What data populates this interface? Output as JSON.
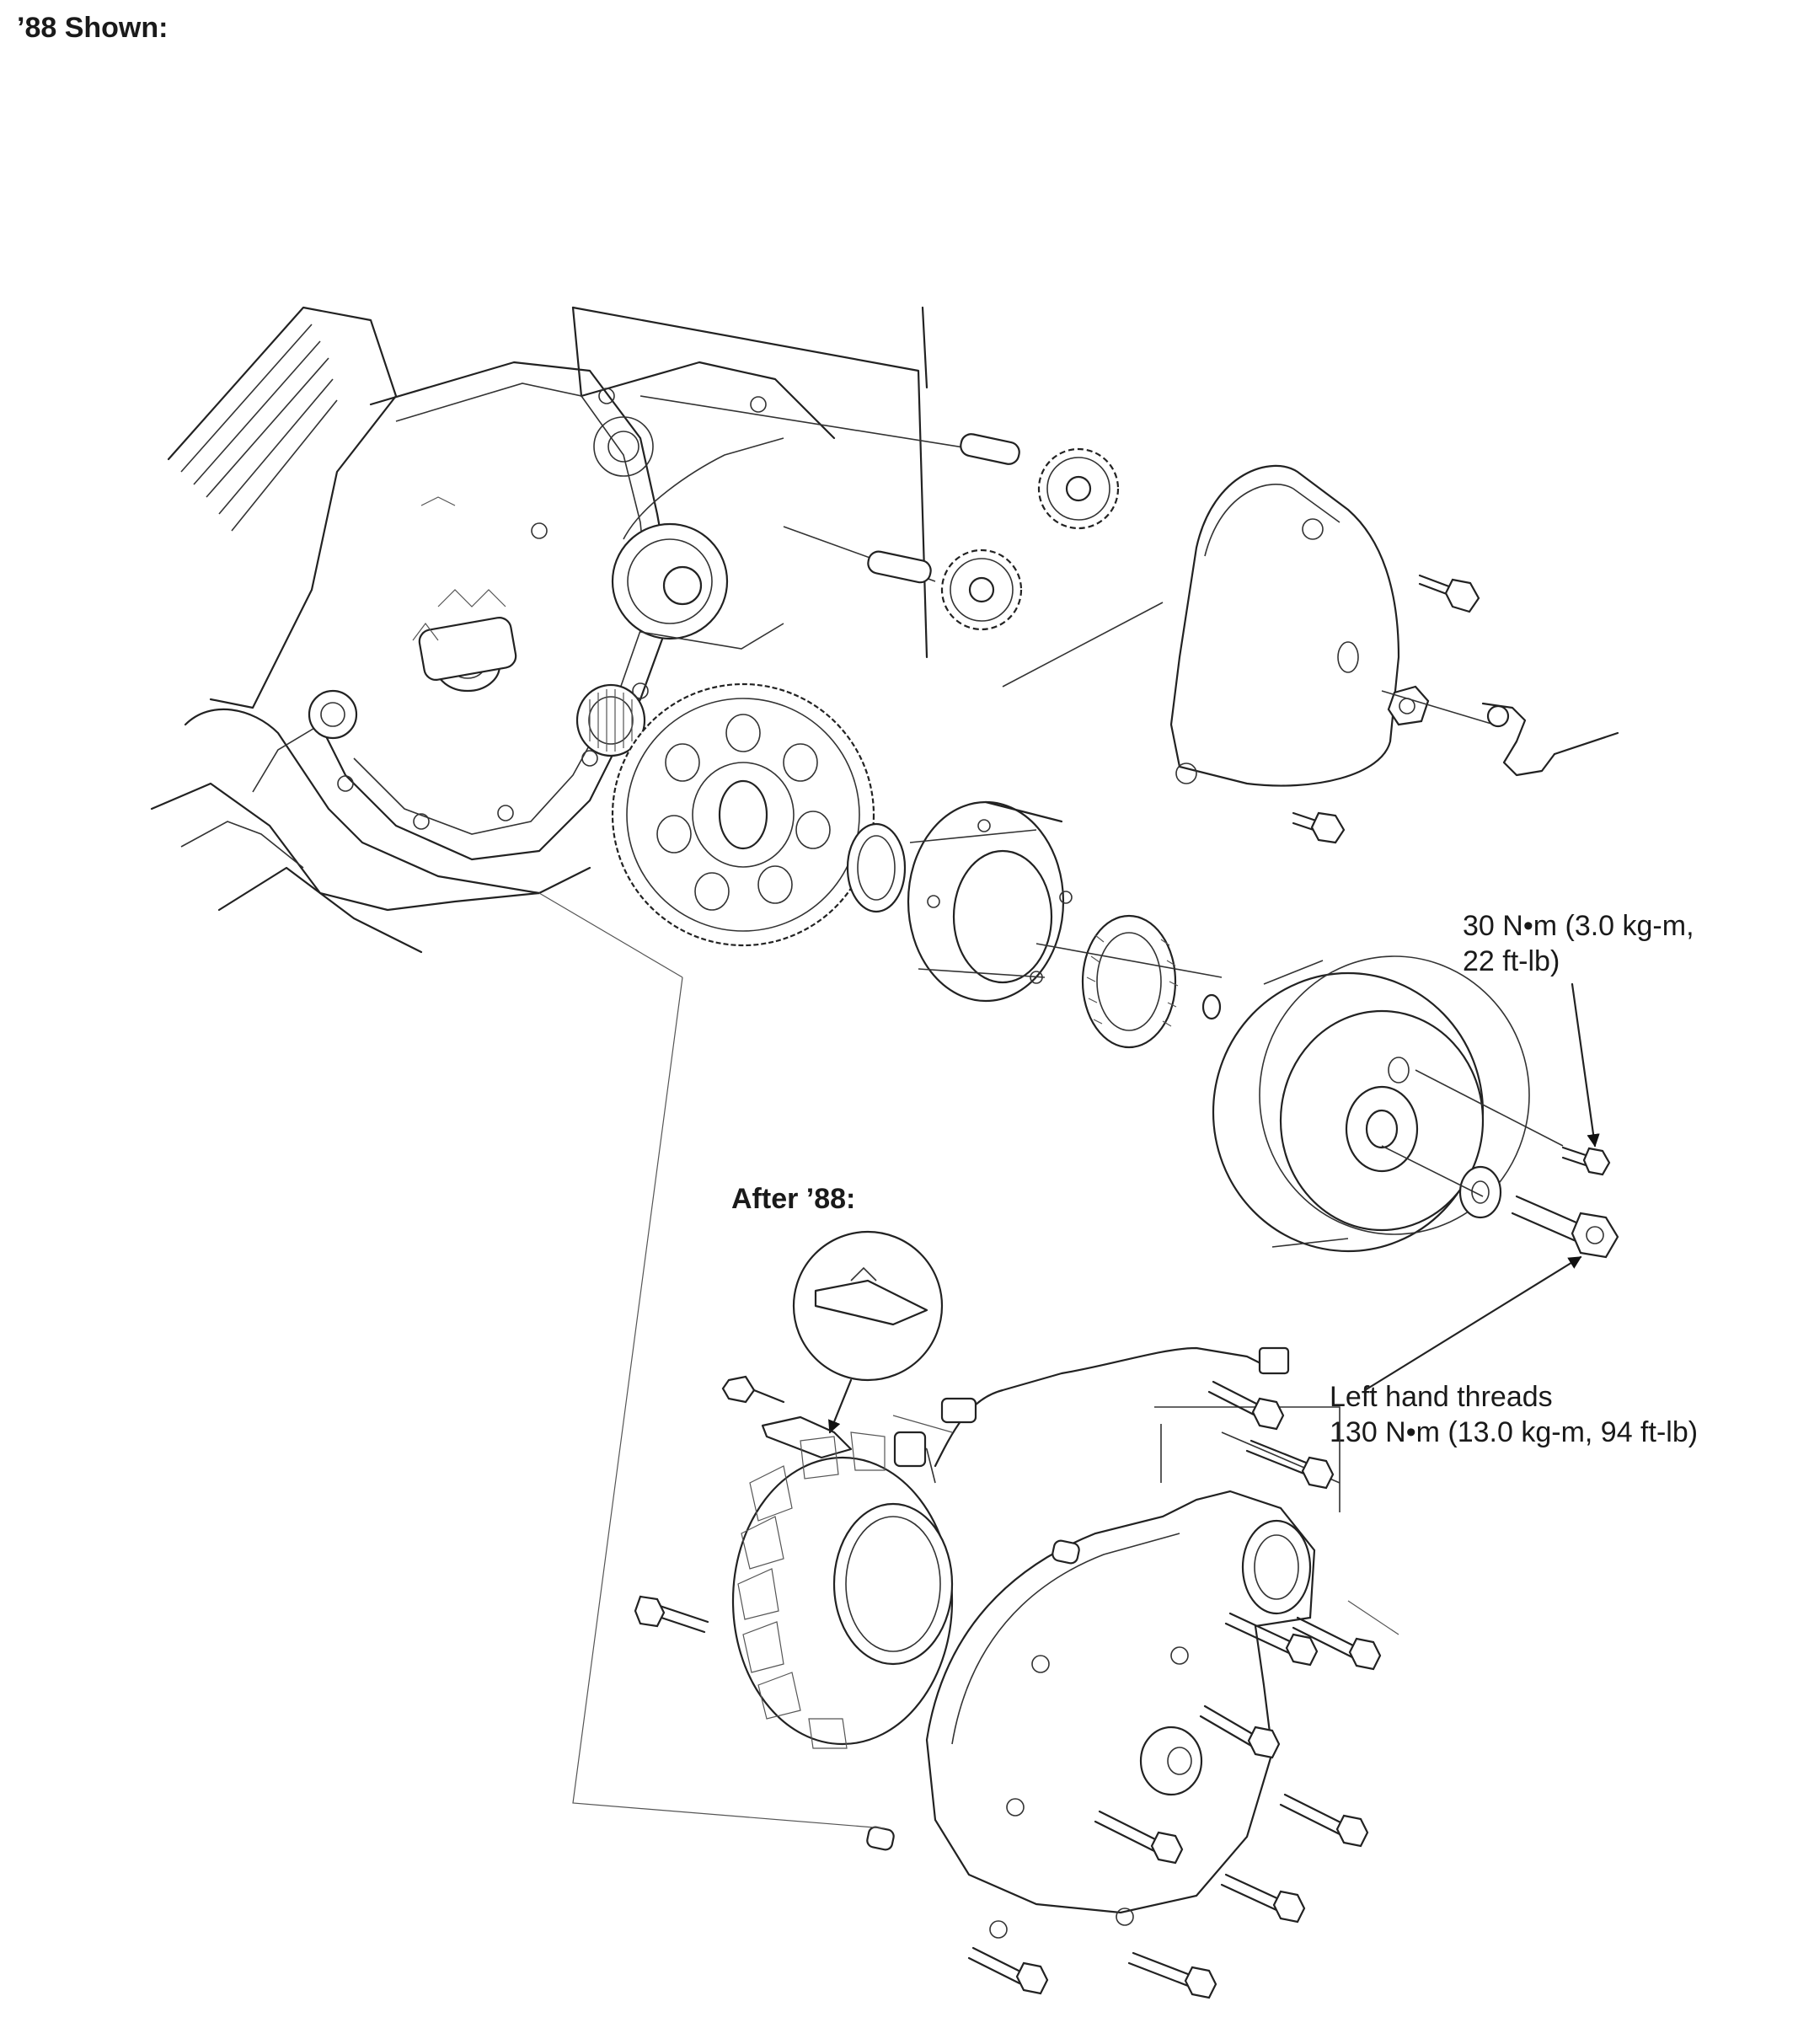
{
  "header": {
    "shown_label": "’88 Shown:"
  },
  "inset": {
    "label": "After ’88:"
  },
  "callouts": {
    "flywheel_bolt": {
      "line1": "30 N•m (3.0 kg-m,",
      "line2": "22 ft-lb)"
    },
    "rotor_bolt": {
      "line1": "Left hand threads",
      "line2": "130 N•m (13.0 kg-m, 94 ft-lb)"
    }
  },
  "icons": [
    "engine-crankcase-illustration",
    "starter-reduction-gears",
    "starter-clutch-cover",
    "starter-driven-gear",
    "thrust-washer",
    "starter-clutch-outer",
    "one-way-clutch",
    "flywheel-rotor",
    "stator",
    "alternator-cover",
    "bolts",
    "dowel-pins",
    "callout-arrow"
  ]
}
